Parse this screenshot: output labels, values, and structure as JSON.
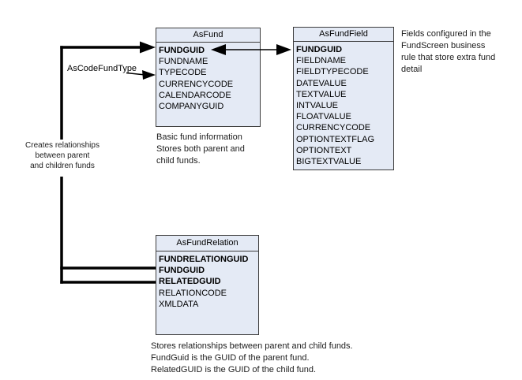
{
  "colors": {
    "table_fill": "#e4eaf5",
    "table_border": "#3c3c3c",
    "connector": "#000000",
    "text": "#000000"
  },
  "tables": {
    "asFund": {
      "title": "AsFund",
      "fields": [
        {
          "name": "FUNDGUID",
          "key": true
        },
        {
          "name": "FUNDNAME",
          "key": false
        },
        {
          "name": "TYPECODE",
          "key": false
        },
        {
          "name": "CURRENCYCODE",
          "key": false
        },
        {
          "name": "CALENDARCODE",
          "key": false
        },
        {
          "name": "COMPANYGUID",
          "key": false
        }
      ]
    },
    "asFundField": {
      "title": "AsFundField",
      "fields": [
        {
          "name": "FUNDGUID",
          "key": true
        },
        {
          "name": "FIELDNAME",
          "key": false
        },
        {
          "name": "FIELDTYPECODE",
          "key": false
        },
        {
          "name": "DATEVALUE",
          "key": false
        },
        {
          "name": "TEXTVALUE",
          "key": false
        },
        {
          "name": "INTVALUE",
          "key": false
        },
        {
          "name": "FLOATVALUE",
          "key": false
        },
        {
          "name": "CURRENCYCODE",
          "key": false
        },
        {
          "name": "OPTIONTEXTFLAG",
          "key": false
        },
        {
          "name": "OPTIONTEXT",
          "key": false
        },
        {
          "name": "BIGTEXTVALUE",
          "key": false
        }
      ]
    },
    "asFundRelation": {
      "title": "AsFundRelation",
      "fields": [
        {
          "name": "FUNDRELATIONGUID",
          "key": true
        },
        {
          "name": "FUNDGUID",
          "key": true
        },
        {
          "name": "RELATEDGUID",
          "key": true
        },
        {
          "name": "RELATIONCODE",
          "key": false
        },
        {
          "name": "XMLDATA",
          "key": false
        }
      ]
    }
  },
  "labels": {
    "asCodeFundType": "AsCodeFundType"
  },
  "notes": {
    "asFund": {
      "line1": "Basic fund information",
      "line2": "Stores both parent and",
      "line3": "child funds."
    },
    "asFundField": {
      "line1": "Fields configured in the",
      "line2": "FundScreen business",
      "line3": "rule that store extra fund",
      "line4": "detail"
    },
    "asFundRelation": {
      "line1": "Stores relationships between parent and child funds.",
      "line2": "FundGuid is the GUID of the parent fund.",
      "line3": "RelatedGUID is the GUID of the child fund."
    },
    "parentChildConnector": {
      "line1": "Creates relationships",
      "line2": "between parent",
      "line3": "and children funds"
    }
  }
}
